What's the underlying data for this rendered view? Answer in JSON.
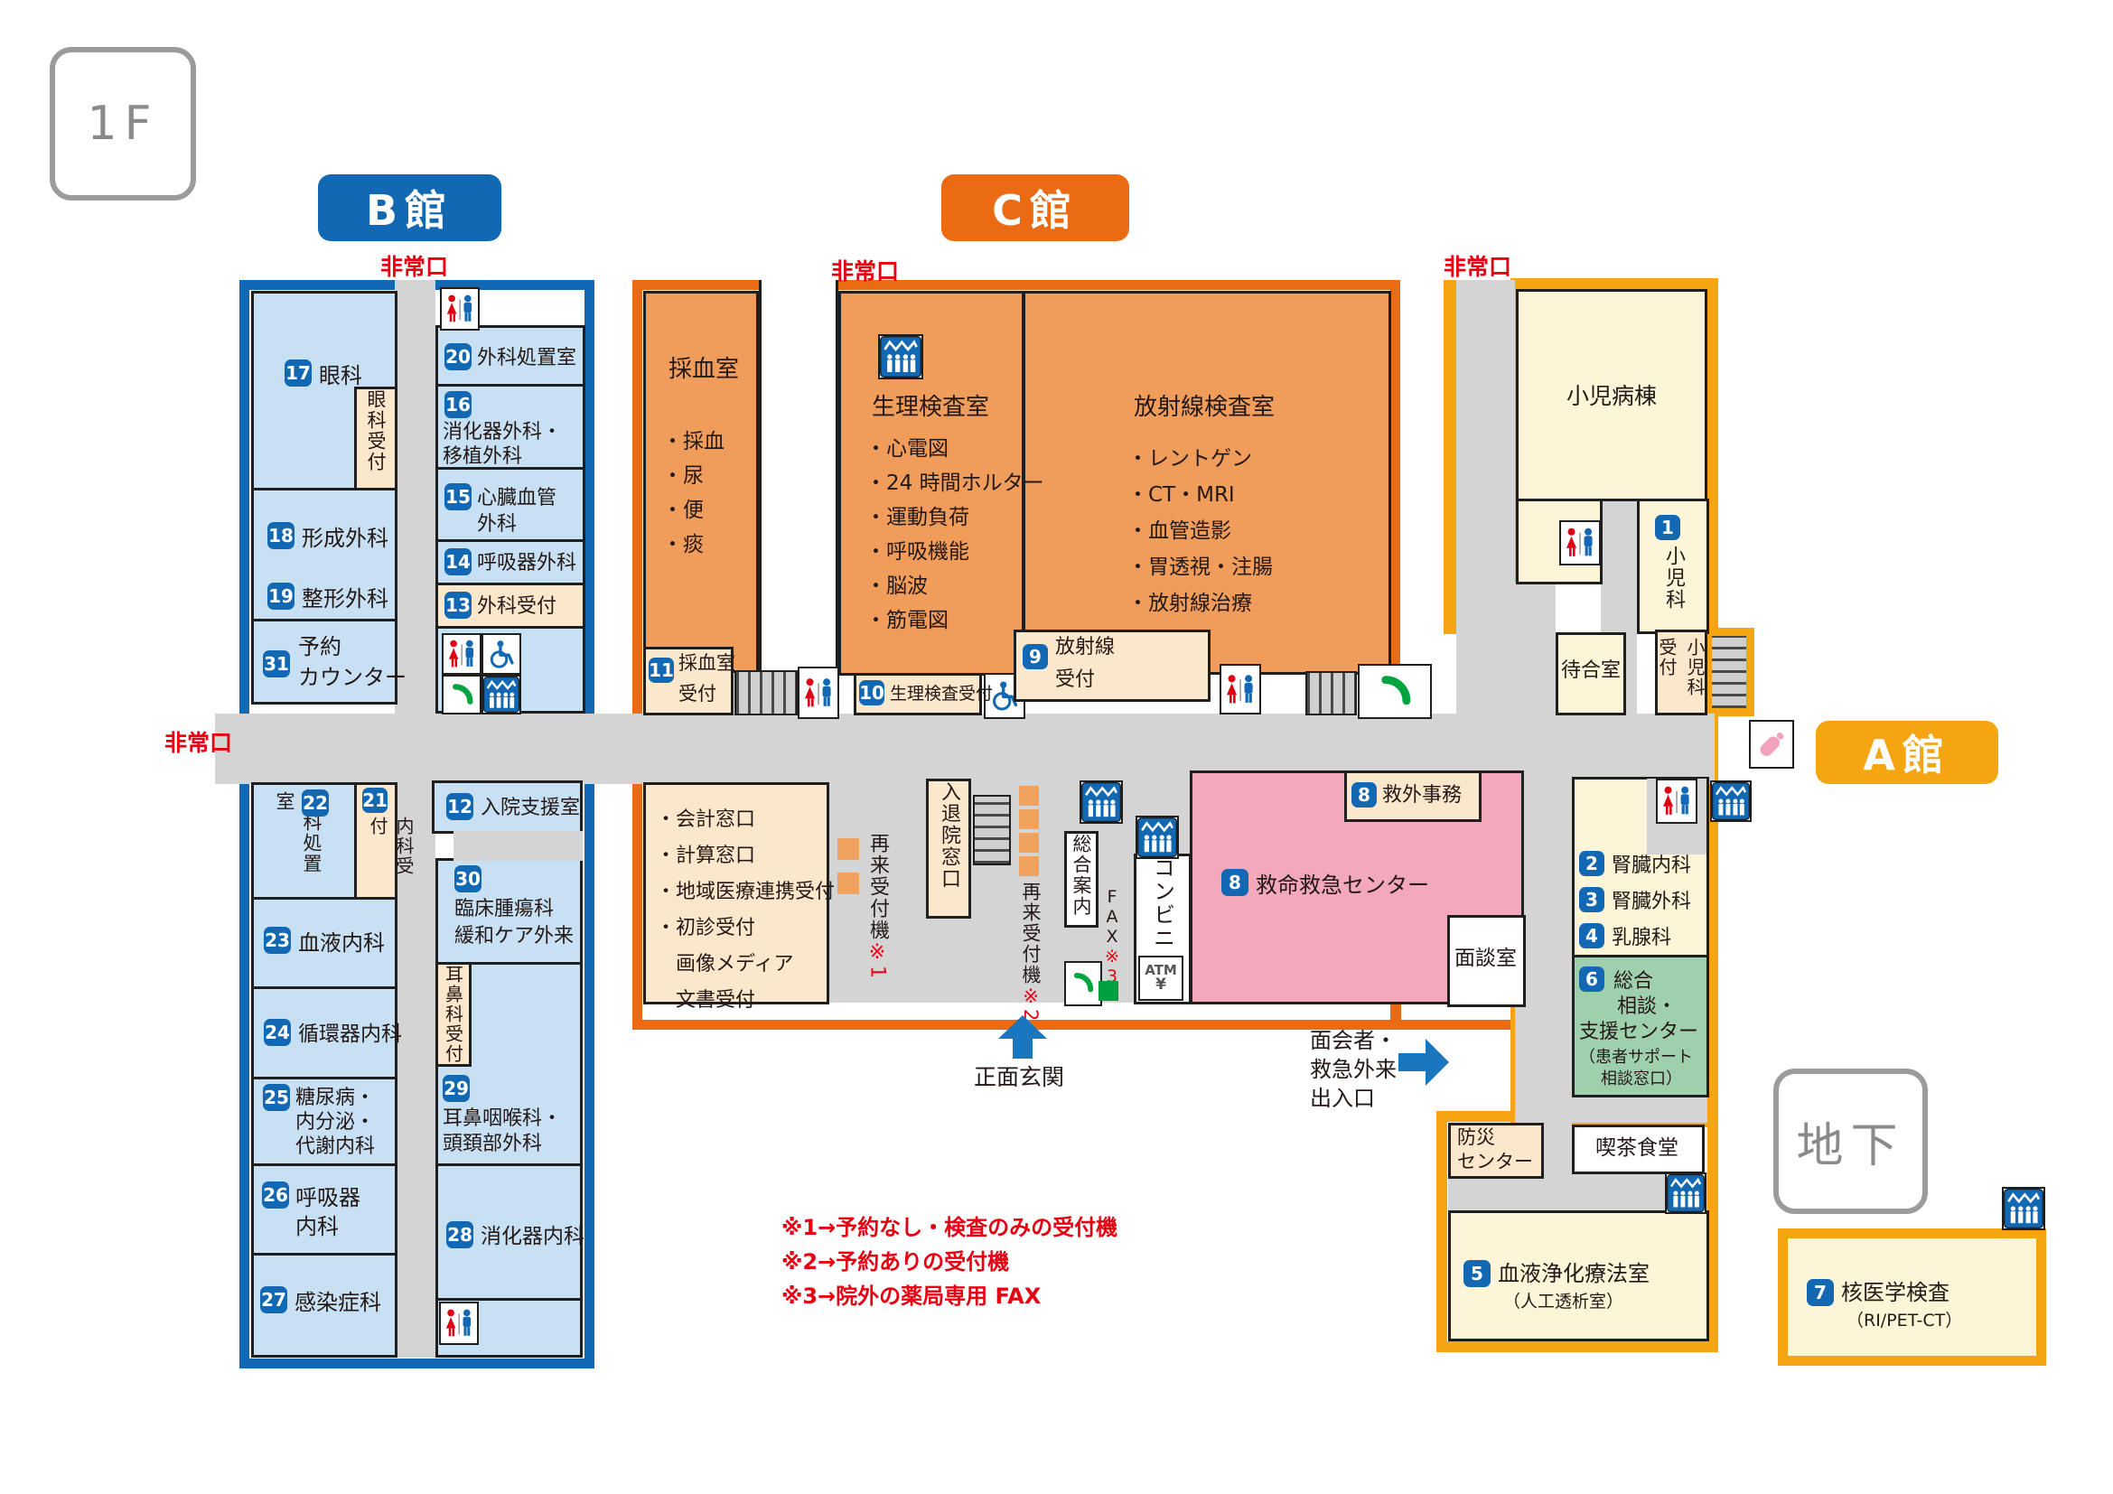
{
  "labels": {
    "floor": "1F",
    "basement": "地下",
    "emergency": "非常口",
    "main_entrance": "正面玄関",
    "visitor_line1": "面会者・",
    "visitor_line2": "救急外来",
    "visitor_line3": "出入口"
  },
  "notes": {
    "line1": "※1→予約なし・検査のみの受付機",
    "line2": "※2→予約ありの受付機",
    "line3": "※3→院外の薬局専用 FAX"
  },
  "colors": {
    "b_building": "#1268b3",
    "c_building": "#eb6a14",
    "a_building": "#f5a511",
    "emergency_red": "#e60012",
    "room_blue": "#c7e0f3",
    "room_orange": "#f09c5b",
    "room_cream": "#fbe7cb",
    "room_pale": "#fdf5d8",
    "er_pink": "#f3a8bc",
    "support_green": "#9fd0ae",
    "corridor_gray": "#d4d4d4"
  },
  "b": {
    "label": "B館",
    "rooms": {
      "ganka": {
        "num": "17",
        "label": "眼科"
      },
      "ganka_uketsuke": "眼科受付",
      "keisei": {
        "num": "18",
        "label": "形成外科"
      },
      "seikei": {
        "num": "19",
        "label": "整形外科"
      },
      "yoyaku": {
        "num": "31",
        "line1": "予約",
        "line2": "カウンター"
      },
      "geka_shochi": {
        "num": "20",
        "label": "外科処置室"
      },
      "shokaki_geka": {
        "num": "16",
        "line1": "消化器外科・",
        "line2": "移植外科"
      },
      "shinzo": {
        "num": "15",
        "line1": "心臓血管",
        "line2": "外科"
      },
      "kokyuki_geka": {
        "num": "14",
        "label": "呼吸器外科"
      },
      "geka_uketsuke": {
        "num": "13",
        "label": "外科受付"
      },
      "naika_shochi": {
        "num": "22",
        "label": "内科処置室"
      },
      "naika_uketsuke": {
        "num": "21",
        "label": "内科受付"
      },
      "ketsueki_naika": {
        "num": "23",
        "label": "血液内科"
      },
      "junkanki": {
        "num": "24",
        "label": "循環器内科"
      },
      "tonyo": {
        "num": "25",
        "line1": "糖尿病・",
        "line2": "内分泌・",
        "line3": "代謝内科"
      },
      "kokyuki_naika": {
        "num": "26",
        "line1": "呼吸器",
        "line2": "内科"
      },
      "kansen": {
        "num": "27",
        "label": "感染症科"
      },
      "nyuin": {
        "num": "12",
        "label": "入院支援室"
      },
      "rinsho": {
        "num": "30",
        "line1": "臨床腫瘍科",
        "line2": "緩和ケア外来"
      },
      "jibika_uketsuke": "耳鼻科受付",
      "jibiinko": {
        "num": "29",
        "line1": "耳鼻咽喉科・",
        "line2": "頭頚部外科"
      },
      "shokaki_naika": {
        "num": "28",
        "label": "消化器内科"
      }
    }
  },
  "c": {
    "label": "C館",
    "rooms": {
      "saiketsu": {
        "title": "採血室",
        "items": [
          "・採血",
          "・尿",
          "・便",
          "・痰"
        ]
      },
      "saiketsu_uketsuke": {
        "num": "11",
        "line1": "採血室",
        "line2": "受付"
      },
      "seiri": {
        "title": "生理検査室",
        "items": [
          "・心電図",
          "・24 時間ホルター",
          "・運動負荷",
          "・呼吸機能",
          "・脳波",
          "・筋電図"
        ]
      },
      "seiri_uketsuke": {
        "num": "10",
        "label": "生理検査受付"
      },
      "hoshasen": {
        "title": "放射線検査室",
        "items": [
          "・レントゲン",
          "・CT・MRI",
          "・血管造影",
          "・胃透視・注腸",
          "・放射線治療"
        ]
      },
      "hoshasen_uketsuke": {
        "num": "9",
        "line1": "放射線",
        "line2": "受付"
      },
      "madoguchi": {
        "items": [
          "・会計窓口",
          "・計算窓口",
          "・地域医療連携受付",
          "・初診受付",
          "　画像メディア",
          "　文書受付"
        ]
      },
      "sairai1": {
        "label": "再来受付機",
        "note": "※1"
      },
      "nyutaiin": "入退院窓口",
      "sairai2": {
        "label": "再来受付機",
        "note": "※2"
      },
      "sogo_annai": "総合案内",
      "fax": {
        "label": "FAX",
        "note": "※3"
      },
      "conbini": "コンビニ",
      "atm": {
        "label": "ATM",
        "yen": "¥"
      },
      "kyugai_jimu": {
        "num": "8",
        "label": "救外事務"
      },
      "kyumei": {
        "num": "8",
        "label": "救命救急センター"
      }
    }
  },
  "a": {
    "label": "A館",
    "rooms": {
      "shoni_byoto": "小児病棟",
      "shonika": {
        "num": "1",
        "label": "小児科"
      },
      "machiai": "待合室",
      "shonika_uketsuke": {
        "line1": "小児科",
        "line2": "受付"
      },
      "jinzo_naika": {
        "num": "2",
        "label": "腎臓内科"
      },
      "jinzo_geka": {
        "num": "3",
        "label": "腎臓外科"
      },
      "nyusen": {
        "num": "4",
        "label": "乳腺科"
      },
      "sodan": {
        "num": "6",
        "line1": "総合",
        "line2": "相談・",
        "line3": "支援センター",
        "line4": "（患者サポート",
        "line5": "相談窓口）"
      },
      "mendan": "面談室",
      "bousai": {
        "line1": "防災",
        "line2": "センター"
      },
      "kissa": "喫茶食堂",
      "ketsueki_joka": {
        "num": "5",
        "label": "血液浄化療法室",
        "sub": "（人工透析室）"
      },
      "kaku": {
        "num": "7",
        "label": "核医学検査",
        "sub": "（RI/PET-CT）"
      }
    }
  }
}
